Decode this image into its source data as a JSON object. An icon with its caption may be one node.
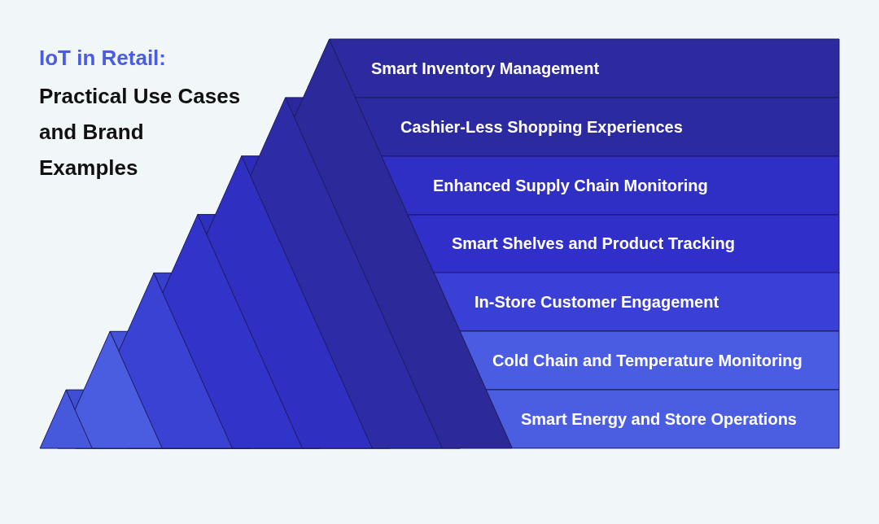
{
  "diagram": {
    "title": "IoT in Retail:",
    "nodes": [
      {
        "text": [
          "Smart Inventory Management"
        ]
      },
      {
        "text": [
          "Cashier-Less Shopping Experiences"
        ]
      },
      {
        "text": [
          "Enhanced Supply Chain Monitoring"
        ]
      },
      {
        "text": [
          "Smart Shelves and Product Tracking"
        ]
      },
      {
        "text": [
          "In-Store Customer Engagement"
        ]
      },
      {
        "text": [
          "Cold Chain and Temperature Monitoring"
        ]
      },
      {
        "text": [
          "Smart Energy and Store Operations"
        ]
      }
    ],
    "labels": [
      "Practical Use Cases and Brand Examples"
    ]
  }
}
